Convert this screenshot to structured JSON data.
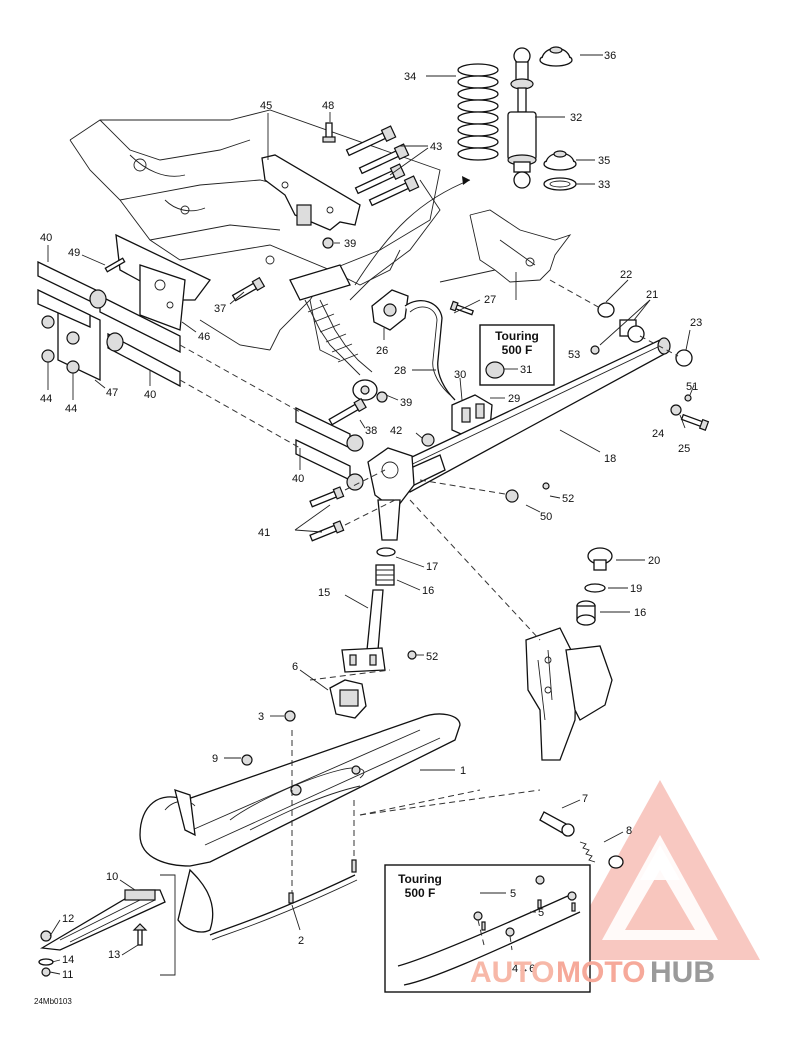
{
  "callouts": [
    {
      "id": "c1",
      "text": "1"
    },
    {
      "id": "c2",
      "text": "2"
    },
    {
      "id": "c3",
      "text": "3"
    },
    {
      "id": "c4",
      "text": "4→6"
    },
    {
      "id": "c5a",
      "text": "5"
    },
    {
      "id": "c5b",
      "text": "5"
    },
    {
      "id": "c6",
      "text": "6"
    },
    {
      "id": "c7",
      "text": "7"
    },
    {
      "id": "c8",
      "text": "8"
    },
    {
      "id": "c9",
      "text": "9"
    },
    {
      "id": "c10",
      "text": "10"
    },
    {
      "id": "c11",
      "text": "11"
    },
    {
      "id": "c12",
      "text": "12"
    },
    {
      "id": "c13",
      "text": "13"
    },
    {
      "id": "c14",
      "text": "14"
    },
    {
      "id": "c15",
      "text": "15"
    },
    {
      "id": "c16a",
      "text": "16"
    },
    {
      "id": "c16b",
      "text": "16"
    },
    {
      "id": "c17",
      "text": "17"
    },
    {
      "id": "c18",
      "text": "18"
    },
    {
      "id": "c19",
      "text": "19"
    },
    {
      "id": "c20",
      "text": "20"
    },
    {
      "id": "c21",
      "text": "21"
    },
    {
      "id": "c22",
      "text": "22"
    },
    {
      "id": "c23",
      "text": "23"
    },
    {
      "id": "c24",
      "text": "24"
    },
    {
      "id": "c25",
      "text": "25"
    },
    {
      "id": "c26",
      "text": "26"
    },
    {
      "id": "c27",
      "text": "27"
    },
    {
      "id": "c28",
      "text": "28"
    },
    {
      "id": "c29",
      "text": "29"
    },
    {
      "id": "c30",
      "text": "30"
    },
    {
      "id": "c31",
      "text": "31"
    },
    {
      "id": "c32",
      "text": "32"
    },
    {
      "id": "c33",
      "text": "33"
    },
    {
      "id": "c34",
      "text": "34"
    },
    {
      "id": "c35",
      "text": "35"
    },
    {
      "id": "c36",
      "text": "36"
    },
    {
      "id": "c37",
      "text": "37"
    },
    {
      "id": "c38",
      "text": "38"
    },
    {
      "id": "c39a",
      "text": "39"
    },
    {
      "id": "c39b",
      "text": "39"
    },
    {
      "id": "c40a",
      "text": "40"
    },
    {
      "id": "c40b",
      "text": "40"
    },
    {
      "id": "c40c",
      "text": "40"
    },
    {
      "id": "c41",
      "text": "41"
    },
    {
      "id": "c42",
      "text": "42"
    },
    {
      "id": "c43",
      "text": "43"
    },
    {
      "id": "c44a",
      "text": "44"
    },
    {
      "id": "c44b",
      "text": "44"
    },
    {
      "id": "c45",
      "text": "45"
    },
    {
      "id": "c46",
      "text": "46"
    },
    {
      "id": "c47",
      "text": "47"
    },
    {
      "id": "c48",
      "text": "48"
    },
    {
      "id": "c49",
      "text": "49"
    },
    {
      "id": "c50",
      "text": "50"
    },
    {
      "id": "c51",
      "text": "51"
    },
    {
      "id": "c52a",
      "text": "52"
    },
    {
      "id": "c52b",
      "text": "52"
    },
    {
      "id": "c53",
      "text": "53"
    }
  ],
  "touring_box_top": {
    "line1": "Touring",
    "line2": "500 F"
  },
  "touring_box_bottom": {
    "line1": "Touring",
    "line2": "500 F"
  },
  "figure_code": "24Mb0103",
  "watermark": {
    "part1": "AUTO",
    "part2": "MOTO",
    "part3": "HUB",
    "color_red": "#e8493a",
    "color_grey": "#8a8a8a"
  }
}
